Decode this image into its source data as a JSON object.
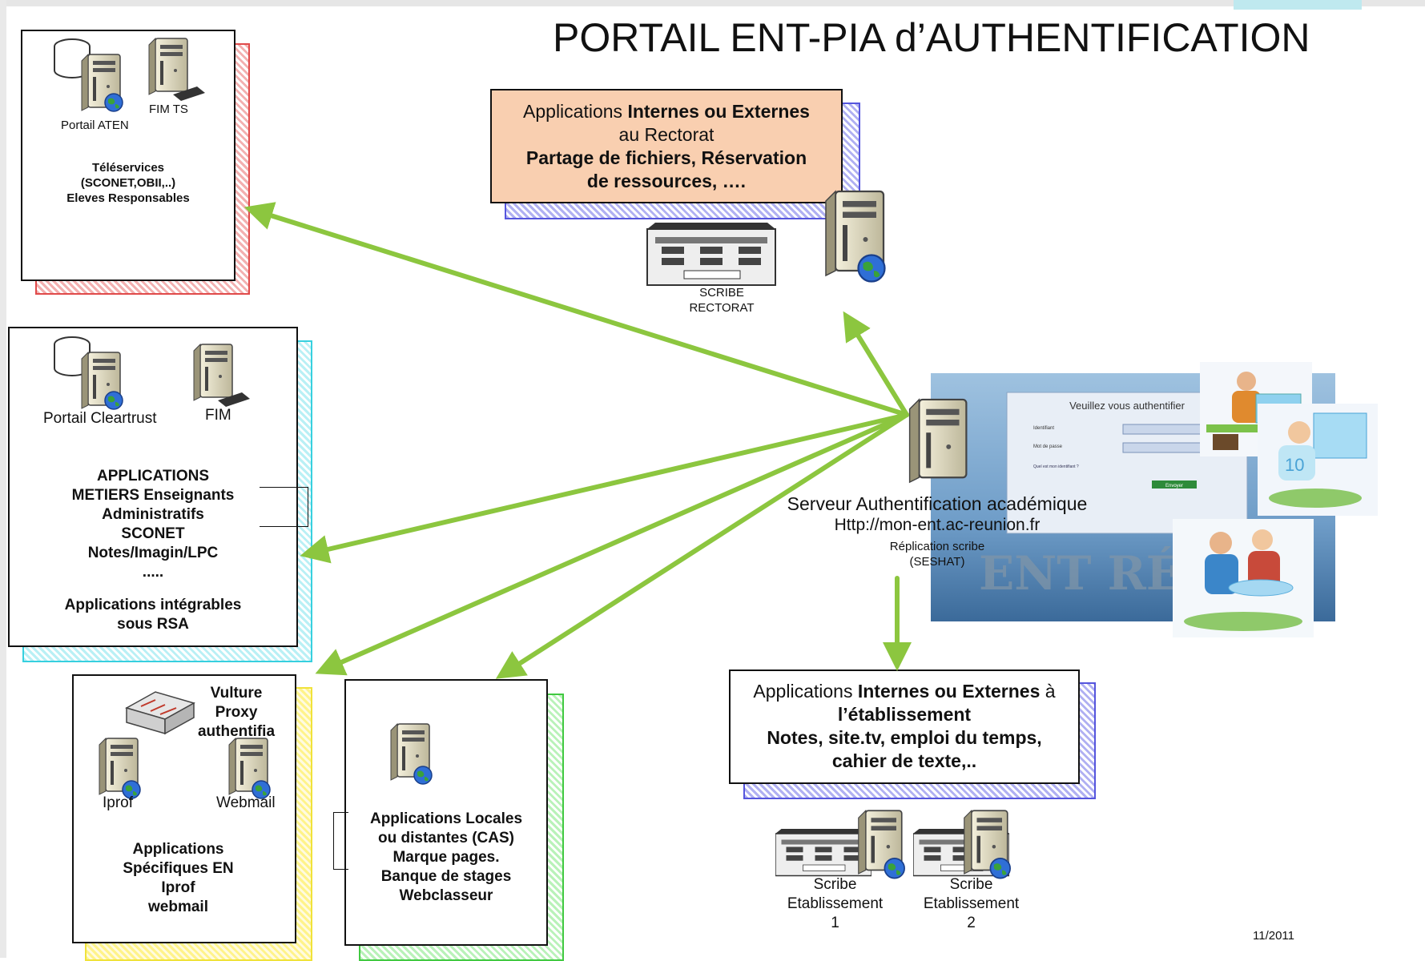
{
  "title": "PORTAIL ENT-PIA d’AUTHENTIFICATION",
  "aten_box": {
    "server_labels": [
      "Portail ATEN",
      "FIM TS"
    ],
    "lines": [
      "Téléservices",
      "(SCONET,OBII,..)",
      "Eleves Responsables"
    ]
  },
  "cleartrust_box": {
    "server_labels": [
      "Portail Cleartrust",
      "FIM"
    ],
    "lines": [
      "APPLICATIONS",
      "METIERS Enseignants",
      "Administratifs",
      "SCONET",
      "Notes/Imagin/LPC",
      ".....",
      "Applications intégrables",
      "sous RSA"
    ]
  },
  "rectorat_box": {
    "line1_prefix": "Applications ",
    "line1_bold": "Internes ou Externes",
    "line2": "au Rectorat",
    "line3": "Partage de fichiers, Réservation",
    "line4": "de ressources, ….",
    "server_label_1": "SCRIBE",
    "server_label_2": "RECTORAT"
  },
  "auth_server": {
    "line1": "Serveur Authentification académique",
    "line2": "Http://mon-ent.ac-reunion.fr",
    "line3": "Réplication scribe",
    "line4": "(SESHAT)",
    "screenshot_title": "Veuillez vous authentifier",
    "screenshot_field1": "Identifiant",
    "screenshot_field2": "Mot de passe",
    "screenshot_link": "Quel est mon identifiant ?",
    "screenshot_button": "Envoyer",
    "screenshot_watermark": "ENT RÉUN"
  },
  "vulture_box": {
    "title_lines": [
      "Vulture",
      "Proxy",
      "authentifia"
    ],
    "server_labels": [
      "Iprof",
      "Webmail"
    ],
    "lines": [
      "Applications",
      "Spécifiques EN",
      "Iprof",
      "webmail"
    ]
  },
  "local_apps_box": {
    "lines": [
      "Applications Locales",
      "ou distantes (CAS)",
      "Marque pages.",
      "Banque de stages",
      "Webclasseur"
    ]
  },
  "etablissement_box": {
    "line1_prefix": "Applications ",
    "line1_bold": "Internes ou Externes",
    "line1_suffix": " à",
    "line2": "l’établissement",
    "line3": "Notes, site.tv,  emploi du temps,",
    "line4": "cahier de texte,.."
  },
  "scribe_etab": [
    {
      "l1": "Scribe",
      "l2": "Etablissement",
      "l3": "1"
    },
    {
      "l1": "Scribe",
      "l2": "Etablissement",
      "l3": "2"
    }
  ],
  "date": "11/2011",
  "colors": {
    "arrow": "#8cc63f",
    "orange": "#f9cfb0"
  }
}
